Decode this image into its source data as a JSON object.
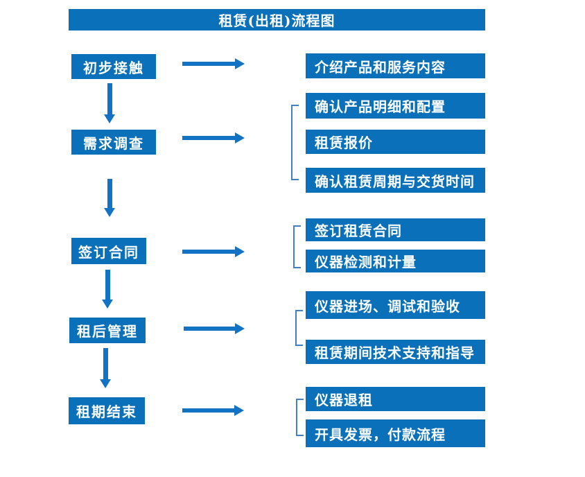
{
  "title": "租赁(出租)流程图",
  "colors": {
    "box": "#0b70ba",
    "arrow": "#1273c4",
    "bracket": "#4080c0",
    "text": "#ffffff",
    "background": "#ffffff"
  },
  "stages": [
    {
      "label": "初步接触"
    },
    {
      "label": "需求调查"
    },
    {
      "label": "签订合同"
    },
    {
      "label": "租后管理"
    },
    {
      "label": "租期结束"
    }
  ],
  "details": [
    {
      "label": "介绍产品和服务内容"
    },
    {
      "label": "确认产品明细和配置"
    },
    {
      "label": "租赁报价"
    },
    {
      "label": "确认租赁周期与交货时间"
    },
    {
      "label": "签订租赁合同"
    },
    {
      "label": "仪器检测和计量"
    },
    {
      "label": "仪器进场、调试和验收"
    },
    {
      "label": "租赁期间技术支持和指导"
    },
    {
      "label": "仪器退租"
    },
    {
      "label": "开具发票，付款流程"
    }
  ]
}
